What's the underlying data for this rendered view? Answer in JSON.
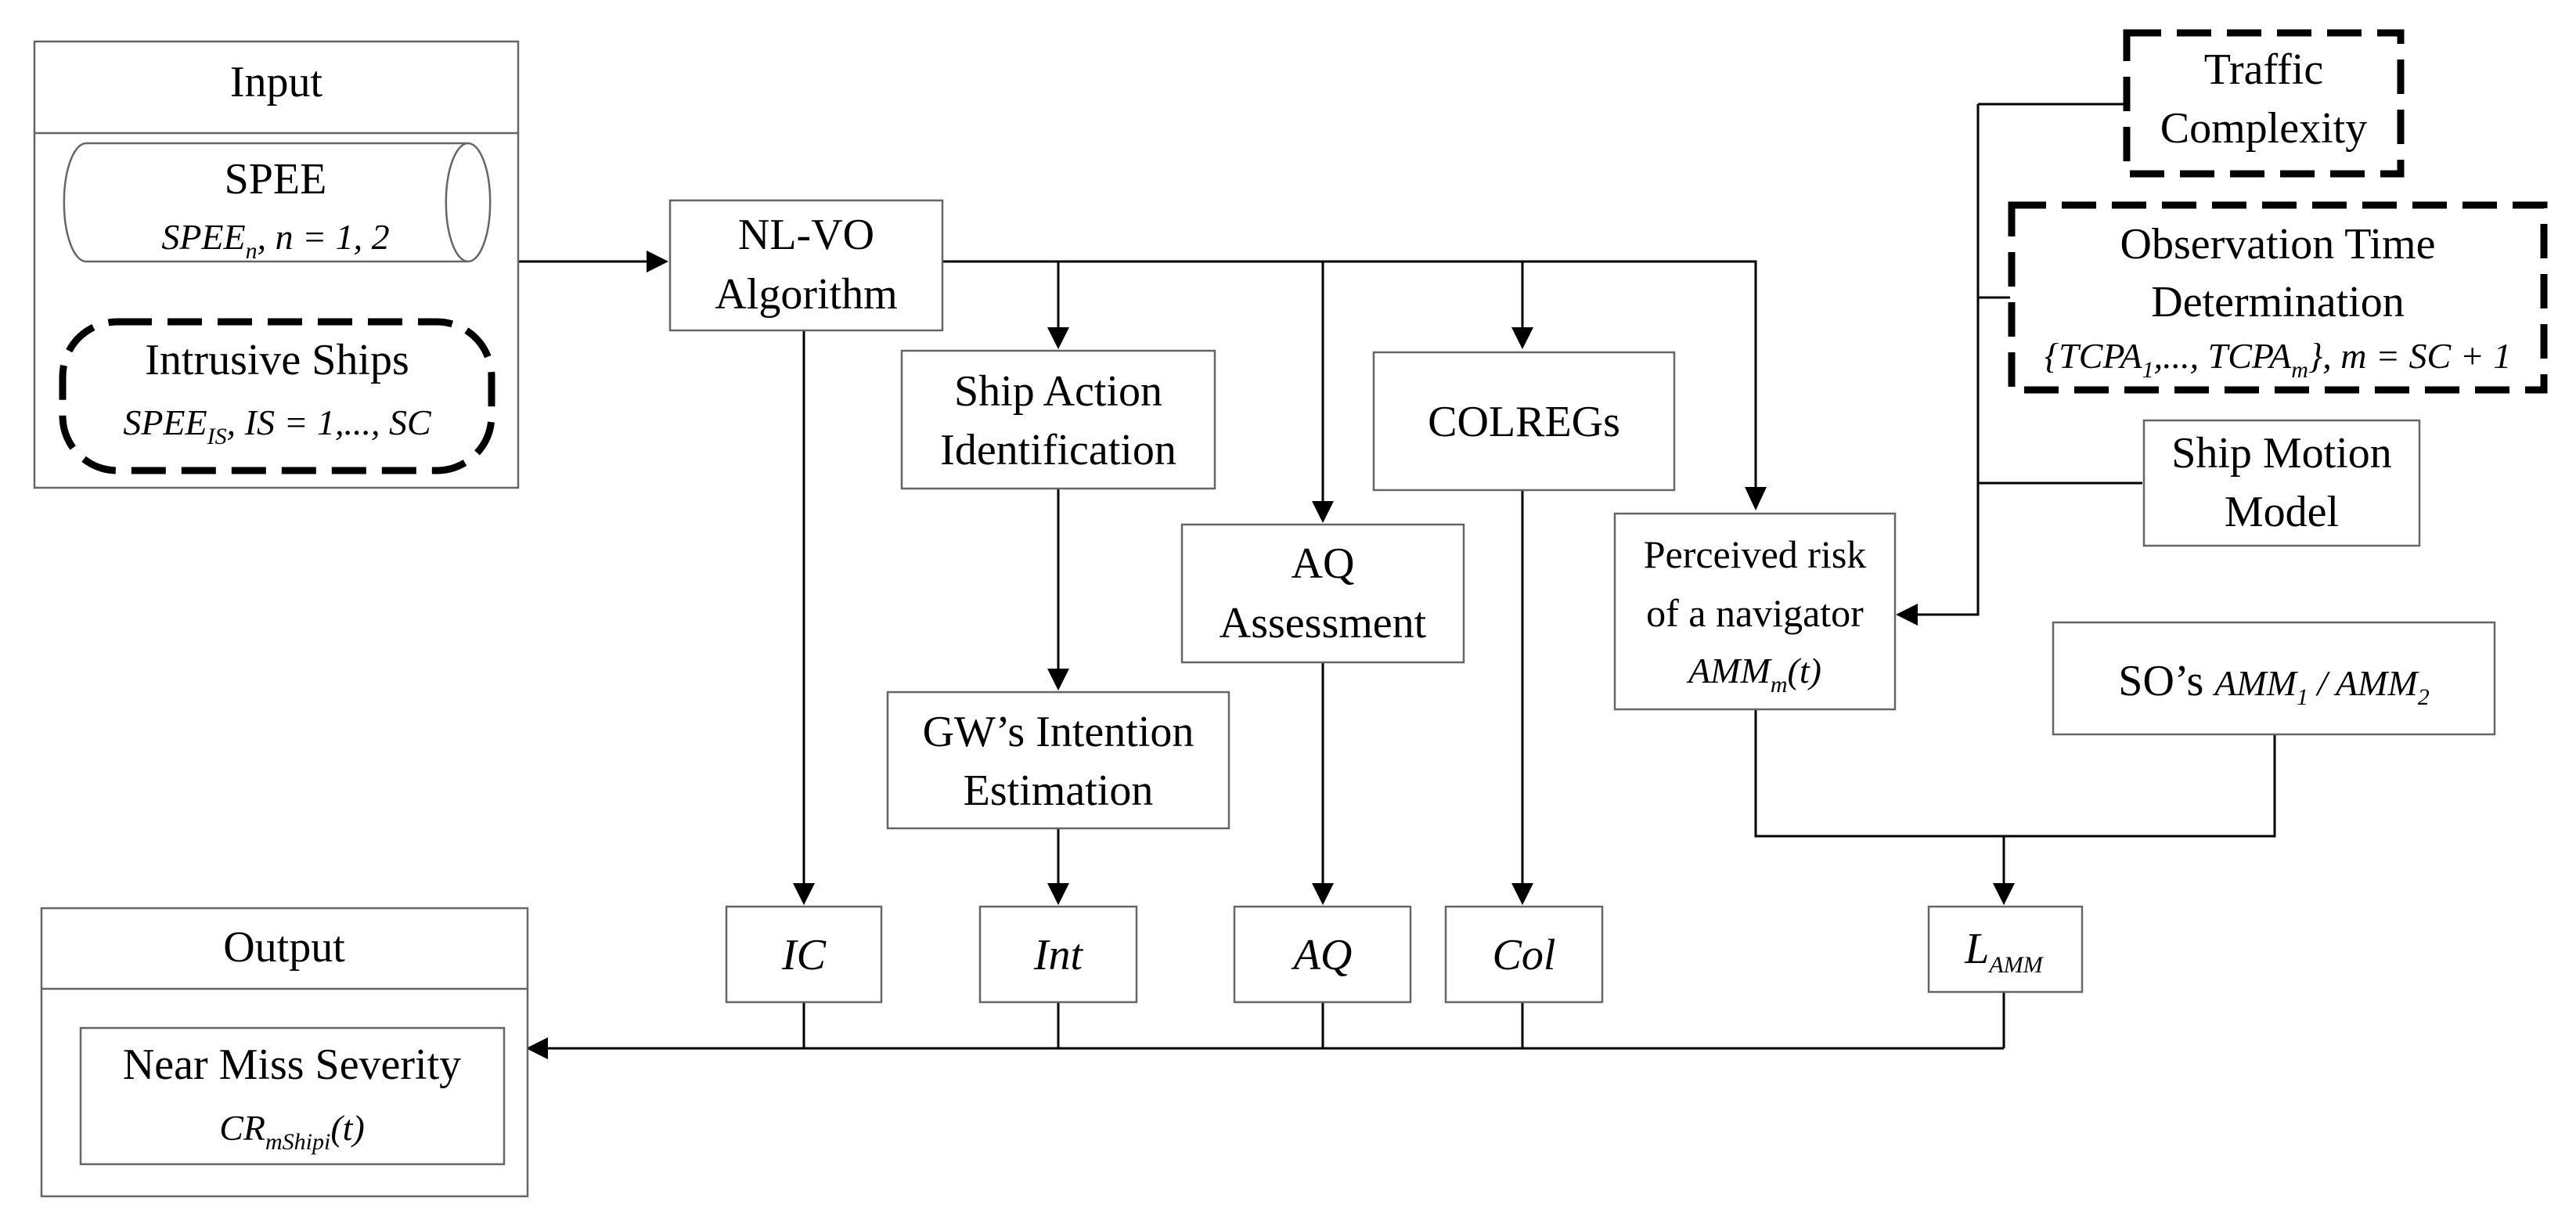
{
  "input": {
    "title": "Input",
    "spee_title": "SPEE",
    "spee_math": "SPEE",
    "spee_sub": "n",
    "spee_tail": ", n = 1, 2",
    "intrusive_title": "Intrusive Ships",
    "intrusive_math": "SPEE",
    "intrusive_sub": "IS",
    "intrusive_tail": ", IS = 1,..., SC"
  },
  "nlvo": {
    "line1": "NL-VO",
    "line2": "Algorithm"
  },
  "ship_action": {
    "line1": "Ship Action",
    "line2": "Identification"
  },
  "gw": {
    "line1": "GW’s Intention",
    "line2": "Estimation"
  },
  "aq_assess": {
    "line1": "AQ",
    "line2": "Assessment"
  },
  "colregs": {
    "label": "COLREGs"
  },
  "perceived": {
    "line1": "Perceived risk",
    "line2": "of a navigator",
    "math": "AMM",
    "sub": "m",
    "tail": "(t)"
  },
  "traffic": {
    "line1": "Traffic",
    "line2": "Complexity"
  },
  "observation": {
    "line1": "Observation Time",
    "line2": "Determination",
    "m_open": "{TCPA",
    "m_sub1": "1",
    "m_mid": ",..., TCPA",
    "m_sub2": "m",
    "m_tail": "}, m = SC + 1"
  },
  "motion": {
    "line1": "Ship Motion",
    "line2": "Model"
  },
  "so": {
    "prefix": "SO’s ",
    "m1": "AMM",
    "s1": "1",
    "slash": " / ",
    "m2": "AMM",
    "s2": "2"
  },
  "indicators": {
    "ic": "IC",
    "int": "Int",
    "aq": "AQ",
    "col": "Col",
    "l_main": "L",
    "l_sub": "AMM"
  },
  "output": {
    "title": "Output",
    "severity": "Near Miss Severity",
    "cr_math": "CR",
    "cr_sub": "mShipi",
    "cr_tail": "(t)"
  }
}
